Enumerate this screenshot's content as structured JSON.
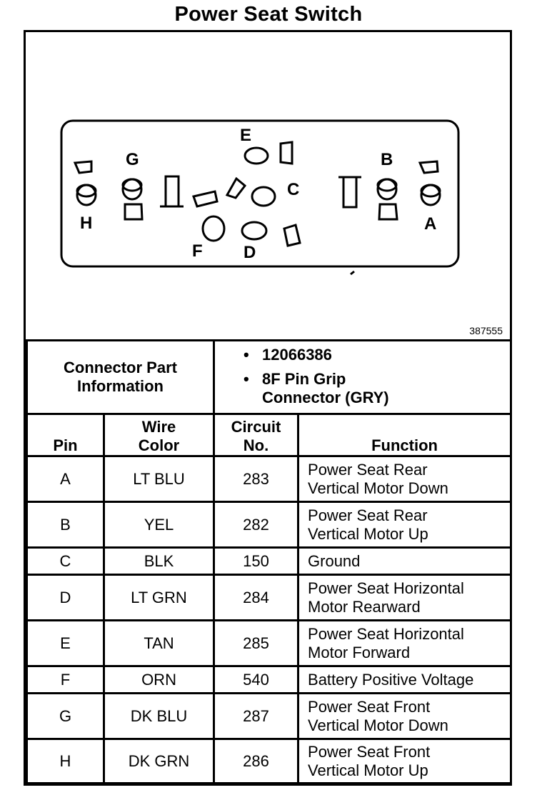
{
  "title": "Power Seat Switch",
  "figure": {
    "number": "387555",
    "pin_labels": [
      "A",
      "B",
      "C",
      "D",
      "E",
      "F",
      "G",
      "H"
    ]
  },
  "connector": {
    "label_line1": "Connector Part",
    "label_line2": "Information",
    "items": [
      "12066386",
      "8F Pin Grip Connector (GRY)"
    ]
  },
  "headers": {
    "pin": "Pin",
    "wire_line1": "Wire",
    "wire_line2": "Color",
    "circuit_line1": "Circuit",
    "circuit_line2": "No.",
    "function": "Function"
  },
  "rows": [
    {
      "pin": "A",
      "wire": "LT BLU",
      "circuit": "283",
      "f1": "Power Seat Rear",
      "f2": "Vertical Motor Down"
    },
    {
      "pin": "B",
      "wire": "YEL",
      "circuit": "282",
      "f1": "Power Seat Rear",
      "f2": "Vertical Motor Up"
    },
    {
      "pin": "C",
      "wire": "BLK",
      "circuit": "150",
      "f1": "Ground",
      "f2": ""
    },
    {
      "pin": "D",
      "wire": "LT GRN",
      "circuit": "284",
      "f1": "Power Seat Horizontal",
      "f2": "Motor Rearward"
    },
    {
      "pin": "E",
      "wire": "TAN",
      "circuit": "285",
      "f1": "Power Seat Horizontal",
      "f2": "Motor Forward"
    },
    {
      "pin": "F",
      "wire": "ORN",
      "circuit": "540",
      "f1": "Battery Positive Voltage",
      "f2": ""
    },
    {
      "pin": "G",
      "wire": "DK BLU",
      "circuit": "287",
      "f1": "Power Seat Front",
      "f2": "Vertical Motor Down"
    },
    {
      "pin": "H",
      "wire": "DK GRN",
      "circuit": "286",
      "f1": "Power Seat Front",
      "f2": "Vertical Motor Up"
    }
  ]
}
